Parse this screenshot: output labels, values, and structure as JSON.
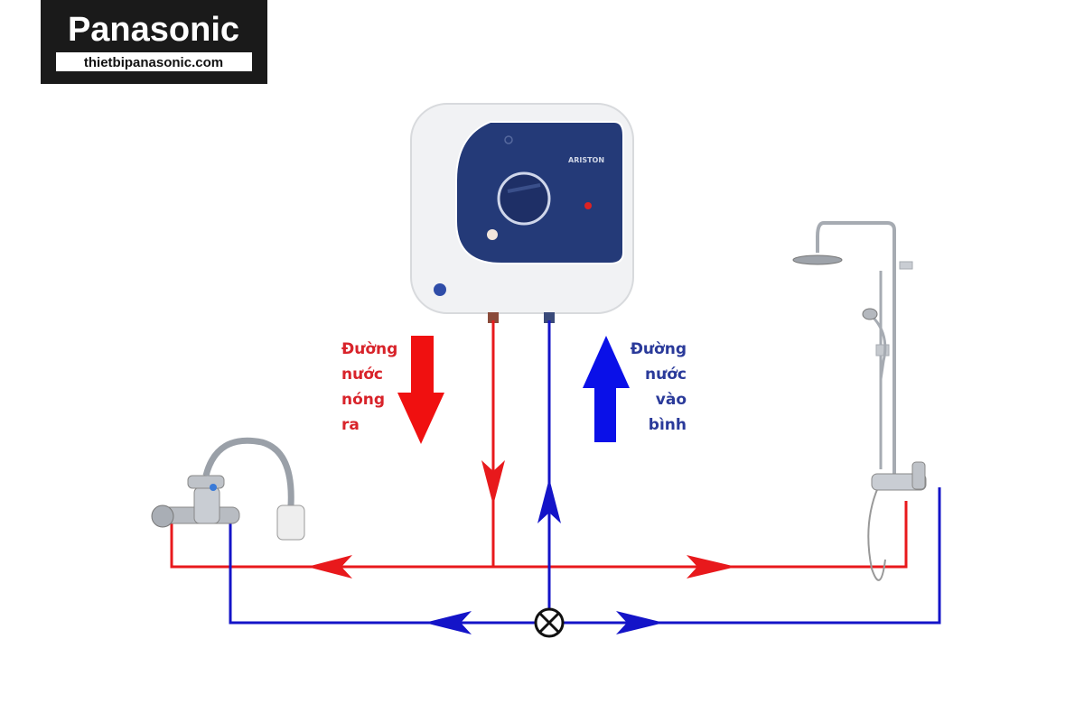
{
  "logo": {
    "brand": "Panasonic",
    "website": "thietbipanasonic.com"
  },
  "heater": {
    "brand": "ARISTON"
  },
  "labels": {
    "hot_out": [
      "Đường",
      "nước",
      "nóng",
      "ra"
    ],
    "cold_in": [
      "Đường",
      "nước",
      "vào",
      "bình"
    ]
  },
  "colors": {
    "hot": "#e8191c",
    "cold": "#1414c8",
    "panel": "#243a78",
    "logo_bg": "#1a1a1a"
  }
}
